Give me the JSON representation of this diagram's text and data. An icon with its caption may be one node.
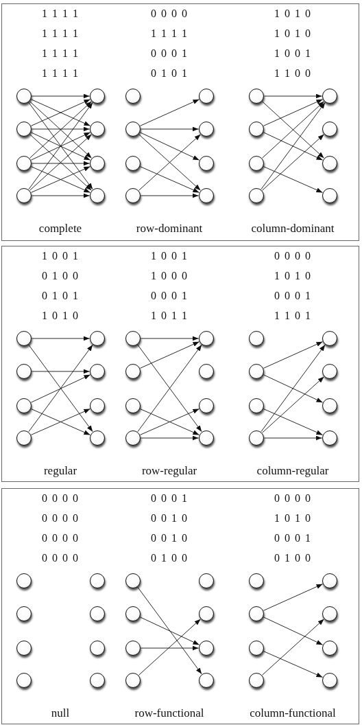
{
  "diagram": {
    "nodes": [
      {
        "text": [],
        "shape": "circle"
      },
      {
        "text": [],
        "shape": "circle"
      },
      {
        "text": [],
        "shape": "circle"
      },
      {
        "text": [],
        "shape": "circle"
      },
      {
        "text": [],
        "shape": "circle"
      },
      {
        "text": [],
        "shape": "circle"
      },
      {
        "text": [],
        "shape": "circle"
      },
      {
        "text": [],
        "shape": "circle"
      },
      {
        "text": [],
        "shape": "circle"
      },
      {
        "text": [],
        "shape": "circle"
      },
      {
        "text": [],
        "shape": "circle"
      },
      {
        "text": [],
        "shape": "circle"
      },
      {
        "text": [],
        "shape": "circle"
      },
      {
        "text": [],
        "shape": "circle"
      },
      {
        "text": [],
        "shape": "circle"
      },
      {
        "text": [],
        "shape": "circle"
      },
      {
        "text": [],
        "shape": "circle"
      },
      {
        "text": [],
        "shape": "circle"
      },
      {
        "text": [],
        "shape": "circle"
      },
      {
        "text": [],
        "shape": "circle"
      },
      {
        "text": [],
        "shape": "circle"
      },
      {
        "text": [],
        "shape": "circle"
      },
      {
        "text": [],
        "shape": "circle"
      },
      {
        "text": [],
        "shape": "circle"
      },
      {
        "text": [],
        "shape": "circle"
      },
      {
        "text": [],
        "shape": "circle"
      },
      {
        "text": [],
        "shape": "circle"
      },
      {
        "text": [],
        "shape": "circle"
      },
      {
        "text": [],
        "shape": "circle"
      },
      {
        "text": [],
        "shape": "circle"
      },
      {
        "text": [],
        "shape": "circle"
      },
      {
        "text": [],
        "shape": "circle"
      },
      {
        "text": [],
        "shape": "circle"
      },
      {
        "text": [],
        "shape": "circle"
      },
      {
        "text": [],
        "shape": "circle"
      },
      {
        "text": [],
        "shape": "circle"
      },
      {
        "text": [],
        "shape": "circle"
      },
      {
        "text": [],
        "shape": "circle"
      },
      {
        "text": [],
        "shape": "circle"
      },
      {
        "text": [],
        "shape": "circle"
      },
      {
        "text": [],
        "shape": "circle"
      },
      {
        "text": [],
        "shape": "circle"
      },
      {
        "text": [],
        "shape": "circle"
      },
      {
        "text": [],
        "shape": "circle"
      },
      {
        "text": [],
        "shape": "circle"
      },
      {
        "text": [],
        "shape": "circle"
      },
      {
        "text": [],
        "shape": "circle"
      },
      {
        "text": [],
        "shape": "circle"
      },
      {
        "text": [],
        "shape": "circle"
      },
      {
        "text": [],
        "shape": "circle"
      },
      {
        "text": [],
        "shape": "circle"
      },
      {
        "text": [],
        "shape": "circle"
      },
      {
        "text": [],
        "shape": "circle"
      },
      {
        "text": [],
        "shape": "circle"
      },
      {
        "text": [],
        "shape": "circle"
      },
      {
        "text": [],
        "shape": "circle"
      },
      {
        "text": [],
        "shape": "circle"
      },
      {
        "text": [],
        "shape": "circle"
      },
      {
        "text": [],
        "shape": "circle"
      },
      {
        "text": [],
        "shape": "circle"
      },
      {
        "text": [],
        "shape": "circle"
      },
      {
        "text": [],
        "shape": "circle"
      },
      {
        "text": [],
        "shape": "circle"
      },
      {
        "text": [],
        "shape": "circle"
      },
      {
        "text": [],
        "shape": "circle"
      },
      {
        "text": [],
        "shape": "circle"
      },
      {
        "text": [],
        "shape": "circle"
      },
      {
        "text": [],
        "shape": "circle"
      },
      {
        "text": [],
        "shape": "circle"
      },
      {
        "text": [],
        "shape": "circle"
      },
      {
        "text": [],
        "shape": "circle"
      },
      {
        "text": [],
        "shape": "circle"
      }
    ],
    "edges": [
      {
        "from": 0,
        "to": 4,
        "arrow": "to"
      },
      {
        "from": 0,
        "to": 5,
        "arrow": "to"
      },
      {
        "from": 0,
        "to": 6,
        "arrow": "to"
      },
      {
        "from": 0,
        "to": 7,
        "arrow": "to"
      },
      {
        "from": 1,
        "to": 4,
        "arrow": "to"
      },
      {
        "from": 1,
        "to": 5,
        "arrow": "to"
      },
      {
        "from": 1,
        "to": 6,
        "arrow": "to"
      },
      {
        "from": 1,
        "to": 7,
        "arrow": "to"
      },
      {
        "from": 2,
        "to": 4,
        "arrow": "to"
      },
      {
        "from": 2,
        "to": 5,
        "arrow": "to"
      },
      {
        "from": 2,
        "to": 6,
        "arrow": "to"
      },
      {
        "from": 2,
        "to": 7,
        "arrow": "to"
      },
      {
        "from": 3,
        "to": 4,
        "arrow": "to"
      },
      {
        "from": 3,
        "to": 5,
        "arrow": "to"
      },
      {
        "from": 3,
        "to": 6,
        "arrow": "to"
      },
      {
        "from": 3,
        "to": 7,
        "arrow": "to"
      },
      {
        "from": 9,
        "to": 12,
        "arrow": "to"
      },
      {
        "from": 9,
        "to": 13,
        "arrow": "to"
      },
      {
        "from": 9,
        "to": 14,
        "arrow": "to"
      },
      {
        "from": 9,
        "to": 15,
        "arrow": "to"
      },
      {
        "from": 10,
        "to": 15,
        "arrow": "to"
      },
      {
        "from": 11,
        "to": 13,
        "arrow": "to"
      },
      {
        "from": 11,
        "to": 15,
        "arrow": "to"
      },
      {
        "from": 16,
        "to": 20,
        "arrow": "to"
      },
      {
        "from": 16,
        "to": 22,
        "arrow": "to"
      },
      {
        "from": 17,
        "to": 20,
        "arrow": "to"
      },
      {
        "from": 17,
        "to": 22,
        "arrow": "to"
      },
      {
        "from": 18,
        "to": 20,
        "arrow": "to"
      },
      {
        "from": 18,
        "to": 23,
        "arrow": "to"
      },
      {
        "from": 19,
        "to": 20,
        "arrow": "to"
      },
      {
        "from": 19,
        "to": 21,
        "arrow": "to"
      },
      {
        "from": 24,
        "to": 28,
        "arrow": "to"
      },
      {
        "from": 24,
        "to": 31,
        "arrow": "to"
      },
      {
        "from": 25,
        "to": 29,
        "arrow": "to"
      },
      {
        "from": 26,
        "to": 29,
        "arrow": "to"
      },
      {
        "from": 26,
        "to": 31,
        "arrow": "to"
      },
      {
        "from": 27,
        "to": 28,
        "arrow": "to"
      },
      {
        "from": 27,
        "to": 30,
        "arrow": "to"
      },
      {
        "from": 32,
        "to": 36,
        "arrow": "to"
      },
      {
        "from": 32,
        "to": 39,
        "arrow": "to"
      },
      {
        "from": 33,
        "to": 36,
        "arrow": "to"
      },
      {
        "from": 34,
        "to": 39,
        "arrow": "to"
      },
      {
        "from": 35,
        "to": 36,
        "arrow": "to"
      },
      {
        "from": 35,
        "to": 38,
        "arrow": "to"
      },
      {
        "from": 35,
        "to": 39,
        "arrow": "to"
      },
      {
        "from": 41,
        "to": 44,
        "arrow": "to"
      },
      {
        "from": 41,
        "to": 46,
        "arrow": "to"
      },
      {
        "from": 42,
        "to": 47,
        "arrow": "to"
      },
      {
        "from": 43,
        "to": 44,
        "arrow": "to"
      },
      {
        "from": 43,
        "to": 45,
        "arrow": "to"
      },
      {
        "from": 43,
        "to": 47,
        "arrow": "to"
      },
      {
        "from": 56,
        "to": 63,
        "arrow": "to"
      },
      {
        "from": 57,
        "to": 62,
        "arrow": "to"
      },
      {
        "from": 58,
        "to": 62,
        "arrow": "to"
      },
      {
        "from": 59,
        "to": 61,
        "arrow": "to"
      },
      {
        "from": 65,
        "to": 68,
        "arrow": "to"
      },
      {
        "from": 65,
        "to": 70,
        "arrow": "to"
      },
      {
        "from": 66,
        "to": 71,
        "arrow": "to"
      },
      {
        "from": 67,
        "to": 69,
        "arrow": "to"
      }
    ],
    "labels": [
      "1 1 1 1",
      "0 0 0 0",
      "1 0 1 0",
      "1 1 1 1",
      "1 1 1 1",
      "1 0 1 0",
      "1 1 1 1",
      "0 0 0 1",
      "1 0 0 1",
      "1 1 1 1",
      "0 1 0 1",
      "1 1 0 0",
      "complete",
      "row-dominant",
      "column-dominant",
      "1 0 0 1",
      "1 0 0 1",
      "0 0 0 0",
      "0 1 0 0",
      "1 0 0 0",
      "1 0 1 0",
      "0 1 0 1",
      "0 0 0 1",
      "0 0 0 1",
      "1 0 1 0",
      "1 0 1 1",
      "1 1 0 1",
      "regular",
      "row-regular",
      "column-regular",
      "0 0 0 0",
      "0 0 0 1",
      "0 0 0 0",
      "0 0 0 0",
      "0 0 1 0",
      "1 0 1 0",
      "0 0 0 0",
      "0 0 1 0",
      "0 0 0 1",
      "0 0 0 0",
      "0 1 0 0",
      "0 1 0 0",
      "null",
      "row-functional",
      "column-functional"
    ]
  }
}
